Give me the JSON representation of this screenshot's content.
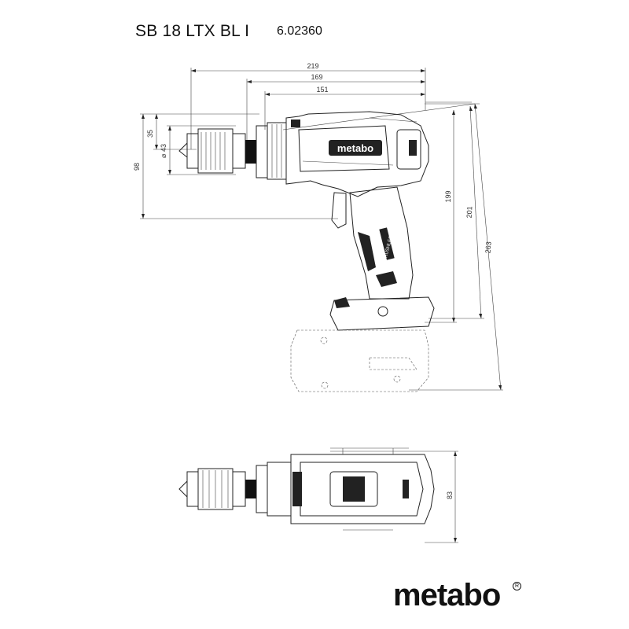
{
  "header": {
    "model": "SB 18 LTX BL I",
    "article_no": "6.02360"
  },
  "dimensions": {
    "length_total": "219",
    "length_mid": "169",
    "length_short": "151",
    "chuck_offset": "35",
    "chuck_dia": "⌀ 43",
    "front_height": "98",
    "height_199": "199",
    "height_201": "201",
    "height_263": "263",
    "width_top": "83"
  },
  "labels": {
    "housing_logo": "metabo",
    "grip_text": "BRUSHLESS"
  },
  "brand": {
    "logo": "metabo",
    "registered": "R"
  }
}
